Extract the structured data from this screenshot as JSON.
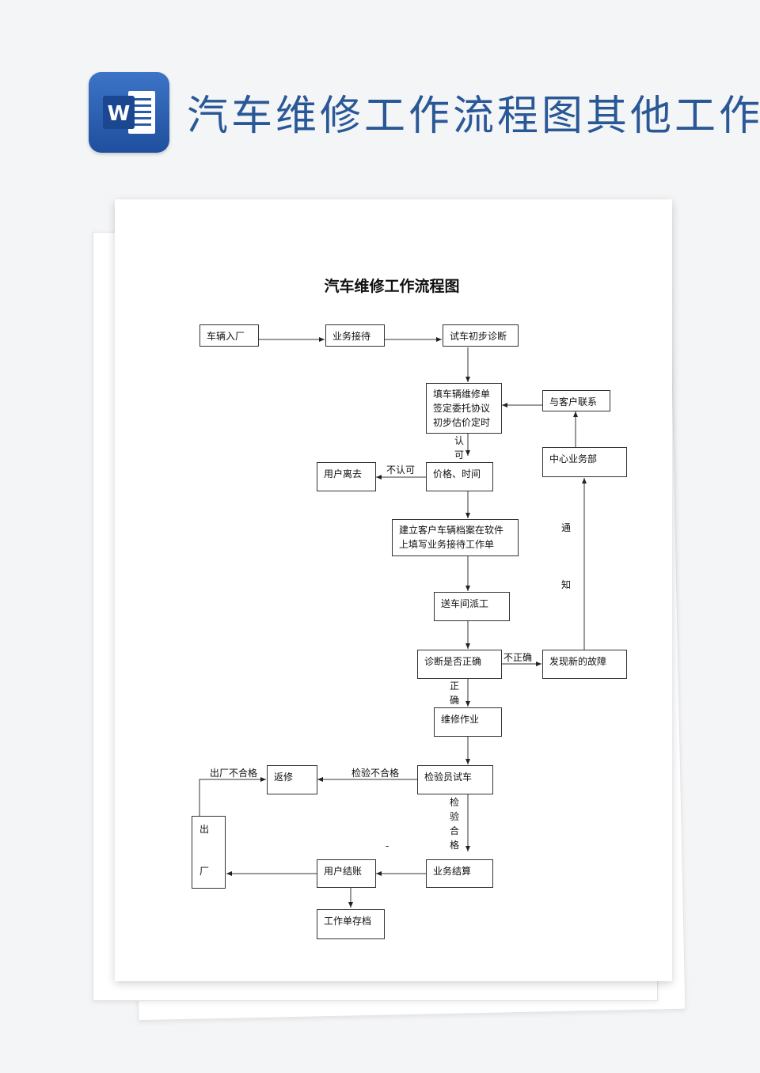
{
  "banner": {
    "title": "汽车维修工作流程图其他工作范",
    "logo_letter": "W"
  },
  "document": {
    "title": "汽车维修工作流程图",
    "nodes": {
      "vehicle_entry": "车辆入厂",
      "reception": "业务接待",
      "test_drive": "试车初步诊断",
      "repair_form_1": "填车辆维修单",
      "repair_form_2": "签定委托协议",
      "repair_form_3": "初步估价定时",
      "contact_customer": "与客户联系",
      "center_dept": "中心业务部",
      "customer_leave": "用户离去",
      "price_time": "价格、时间",
      "archive_1": "建立客户车辆档案在软件",
      "archive_2": "上填写业务接待工作单",
      "dispatch": "送车间派工",
      "diagnosis_check": "诊断是否正确",
      "new_fault": "发现新的故障",
      "repair_work": "维修作业",
      "inspector_test": "检验员试车",
      "rework": "返修",
      "exit_1": "出",
      "exit_2": "厂",
      "customer_settle": "用户结账",
      "business_settle": "业务结算",
      "archive_form": "工作单存档"
    },
    "labels": {
      "approve_1": "认",
      "approve_2": "可",
      "not_approve": "不认可",
      "notify_1": "通",
      "notify_2": "知",
      "incorrect": "不正确",
      "correct_1": "正",
      "correct_2": "确",
      "inspection_fail": "检验不合格",
      "exit_fail": "出厂不合格",
      "pass_1": "检",
      "pass_2": "验",
      "pass_3": "合",
      "pass_4": "格",
      "dash": "-"
    }
  }
}
